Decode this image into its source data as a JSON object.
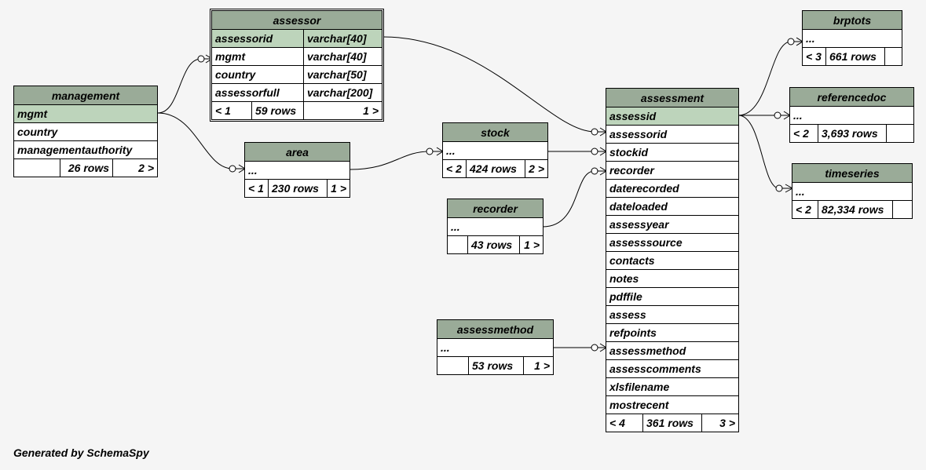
{
  "tables": {
    "assessor": {
      "name": "assessor",
      "columns": [
        {
          "name": "assessorid",
          "type": "varchar[40]"
        },
        {
          "name": "mgmt",
          "type": "varchar[40]"
        },
        {
          "name": "country",
          "type": "varchar[50]"
        },
        {
          "name": "assessorfull",
          "type": "varchar[200]"
        }
      ],
      "footer": {
        "parents": "< 1",
        "rows": "59 rows",
        "children": "1 >"
      }
    },
    "management": {
      "name": "management",
      "columns": [
        "mgmt",
        "country",
        "managementauthority"
      ],
      "footer": {
        "parents": "",
        "rows": "26 rows",
        "children": "2 >"
      }
    },
    "area": {
      "name": "area",
      "columns": [
        "..."
      ],
      "footer": {
        "parents": "< 1",
        "rows": "230 rows",
        "children": "1 >"
      }
    },
    "stock": {
      "name": "stock",
      "columns": [
        "..."
      ],
      "footer": {
        "parents": "< 2",
        "rows": "424 rows",
        "children": "2 >"
      }
    },
    "recorder": {
      "name": "recorder",
      "columns": [
        "..."
      ],
      "footer": {
        "parents": "",
        "rows": "43 rows",
        "children": "1 >"
      }
    },
    "assessmethod": {
      "name": "assessmethod",
      "columns": [
        "..."
      ],
      "footer": {
        "parents": "",
        "rows": "53 rows",
        "children": "1 >"
      }
    },
    "assessment": {
      "name": "assessment",
      "columns": [
        "assessid",
        "assessorid",
        "stockid",
        "recorder",
        "daterecorded",
        "dateloaded",
        "assessyear",
        "assesssource",
        "contacts",
        "notes",
        "pdffile",
        "assess",
        "refpoints",
        "assessmethod",
        "assesscomments",
        "xlsfilename",
        "mostrecent"
      ],
      "footer": {
        "parents": "< 4",
        "rows": "361 rows",
        "children": "3 >"
      }
    },
    "brptots": {
      "name": "brptots",
      "columns": [
        "..."
      ],
      "footer": {
        "parents": "< 3",
        "rows": "661 rows",
        "children": ""
      }
    },
    "referencedoc": {
      "name": "referencedoc",
      "columns": [
        "..."
      ],
      "footer": {
        "parents": "< 2",
        "rows": "3,693 rows",
        "children": ""
      }
    },
    "timeseries": {
      "name": "timeseries",
      "columns": [
        "..."
      ],
      "footer": {
        "parents": "< 2",
        "rows": "82,334 rows",
        "children": ""
      }
    }
  },
  "footer_note": "Generated by SchemaSpy"
}
